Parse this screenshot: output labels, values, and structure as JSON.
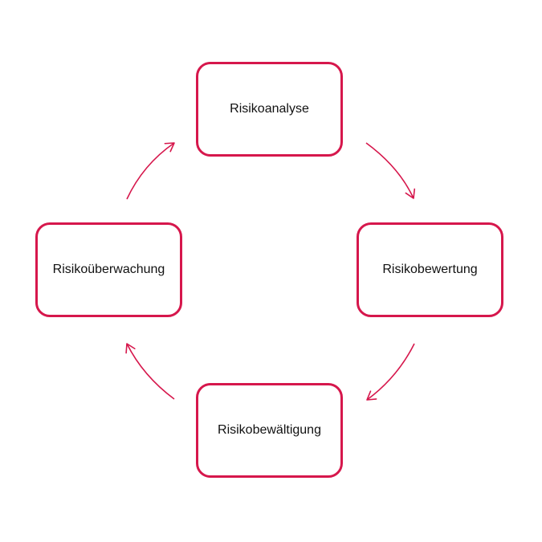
{
  "diagram": {
    "type": "cycle",
    "accent_color": "#d6174c",
    "nodes": [
      {
        "id": "analyse",
        "label": "Risikoanalyse"
      },
      {
        "id": "bewertung",
        "label": "Risikobewertung"
      },
      {
        "id": "bewaeltigung",
        "label": "Risikobewältigung"
      },
      {
        "id": "ueberwachung",
        "label": "Risikoüberwachung"
      }
    ],
    "edges": [
      {
        "from": "analyse",
        "to": "bewertung"
      },
      {
        "from": "bewertung",
        "to": "bewaeltigung"
      },
      {
        "from": "bewaeltigung",
        "to": "ueberwachung"
      },
      {
        "from": "ueberwachung",
        "to": "analyse"
      }
    ]
  }
}
